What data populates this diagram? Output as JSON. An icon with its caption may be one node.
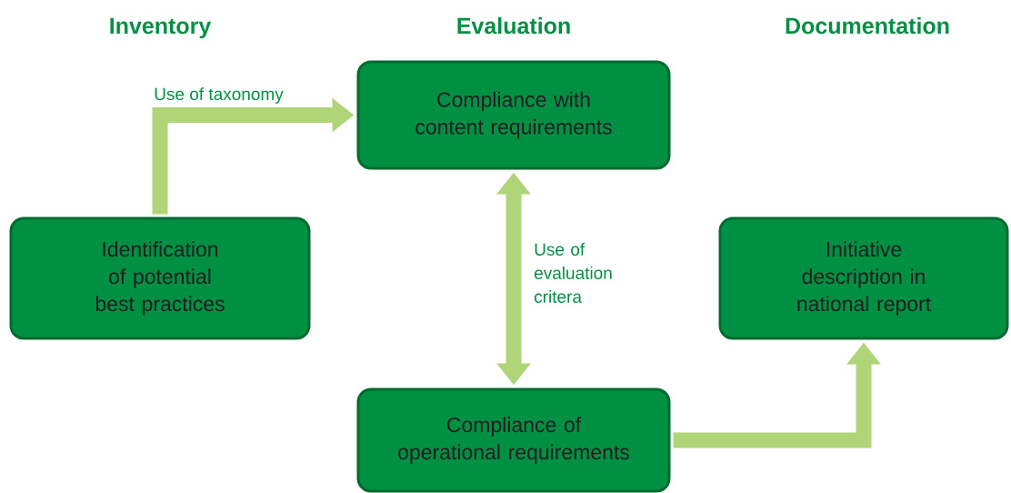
{
  "diagram": {
    "nodes": [
      {
        "text": [
          "Identification of potential best practices"
        ]
      },
      {
        "text": [
          "Compliance with content requirements"
        ]
      },
      {
        "text": [
          "Compliance of operational requirements"
        ]
      },
      {
        "text": [
          "Initiative description in national report"
        ]
      }
    ],
    "edges": [
      {
        "from": 0,
        "to": 1,
        "arrow": "to",
        "label": "Use of taxonomy"
      },
      {
        "from": 1,
        "to": 2,
        "arrow": "both",
        "label": "Use of evaluation critera"
      },
      {
        "from": 2,
        "to": 3,
        "arrow": "to"
      }
    ],
    "labels": [
      "Inventory",
      "Evaluation",
      "Documentation"
    ]
  }
}
